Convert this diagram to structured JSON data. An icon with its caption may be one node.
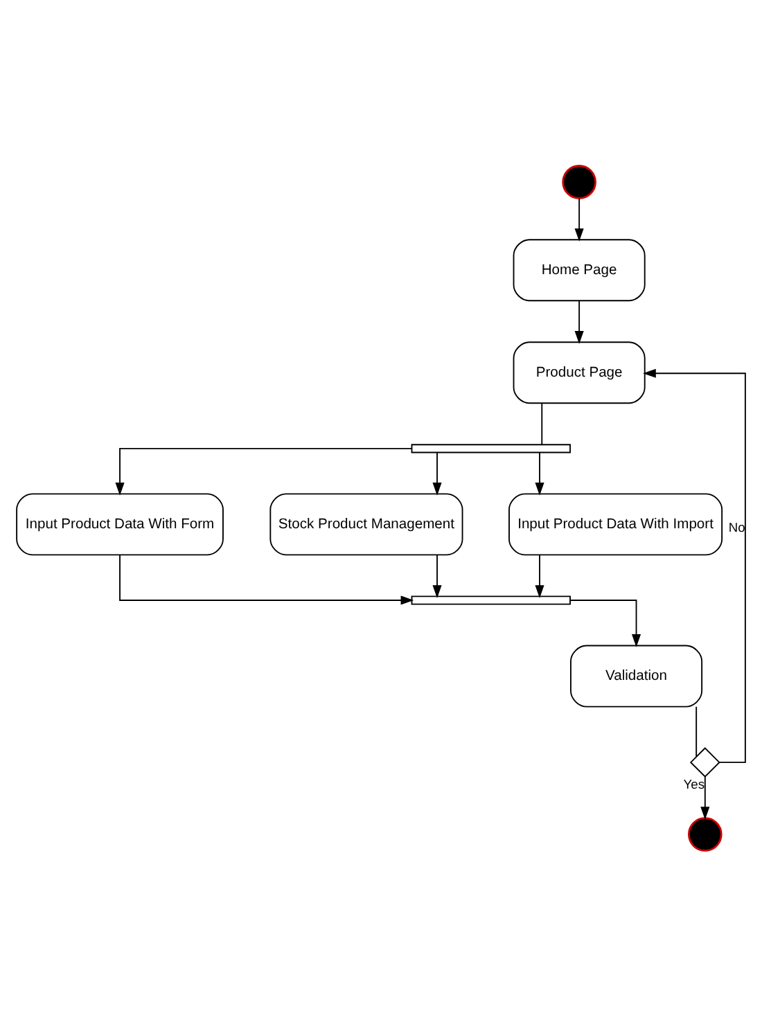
{
  "diagram": {
    "nodes": [
      {
        "text": [],
        "shape": "circle"
      },
      {
        "text": [
          "Home Page"
        ]
      },
      {
        "text": [
          "Product Page"
        ]
      },
      {
        "text": [],
        "shape": "bar"
      },
      {
        "text": [
          "Input Product Data With Form"
        ]
      },
      {
        "text": [
          "Stock Product Management"
        ]
      },
      {
        "text": [
          "Input Product Data With Import"
        ]
      },
      {
        "text": [],
        "shape": "bar"
      },
      {
        "text": [
          "Validation"
        ]
      },
      {
        "text": [],
        "shape": "diamond"
      },
      {
        "text": [],
        "shape": "circle"
      }
    ],
    "edges": [
      {
        "from": 0,
        "to": 1,
        "arrow": "to"
      },
      {
        "from": 1,
        "to": 2,
        "arrow": "to"
      },
      {
        "from": 2,
        "to": 3,
        "arrow": "none"
      },
      {
        "from": 3,
        "to": 4,
        "arrow": "to"
      },
      {
        "from": 3,
        "to": 5,
        "arrow": "to"
      },
      {
        "from": 3,
        "to": 6,
        "arrow": "to"
      },
      {
        "from": 4,
        "to": 7,
        "arrow": "to"
      },
      {
        "from": 5,
        "to": 7,
        "arrow": "to"
      },
      {
        "from": 6,
        "to": 7,
        "arrow": "to"
      },
      {
        "from": 7,
        "to": 8,
        "arrow": "to"
      },
      {
        "from": 8,
        "to": 9,
        "arrow": "none"
      },
      {
        "from": 9,
        "to": 10,
        "arrow": "to",
        "label": "Yes"
      },
      {
        "from": 9,
        "to": 2,
        "arrow": "to",
        "label": "No"
      }
    ]
  }
}
